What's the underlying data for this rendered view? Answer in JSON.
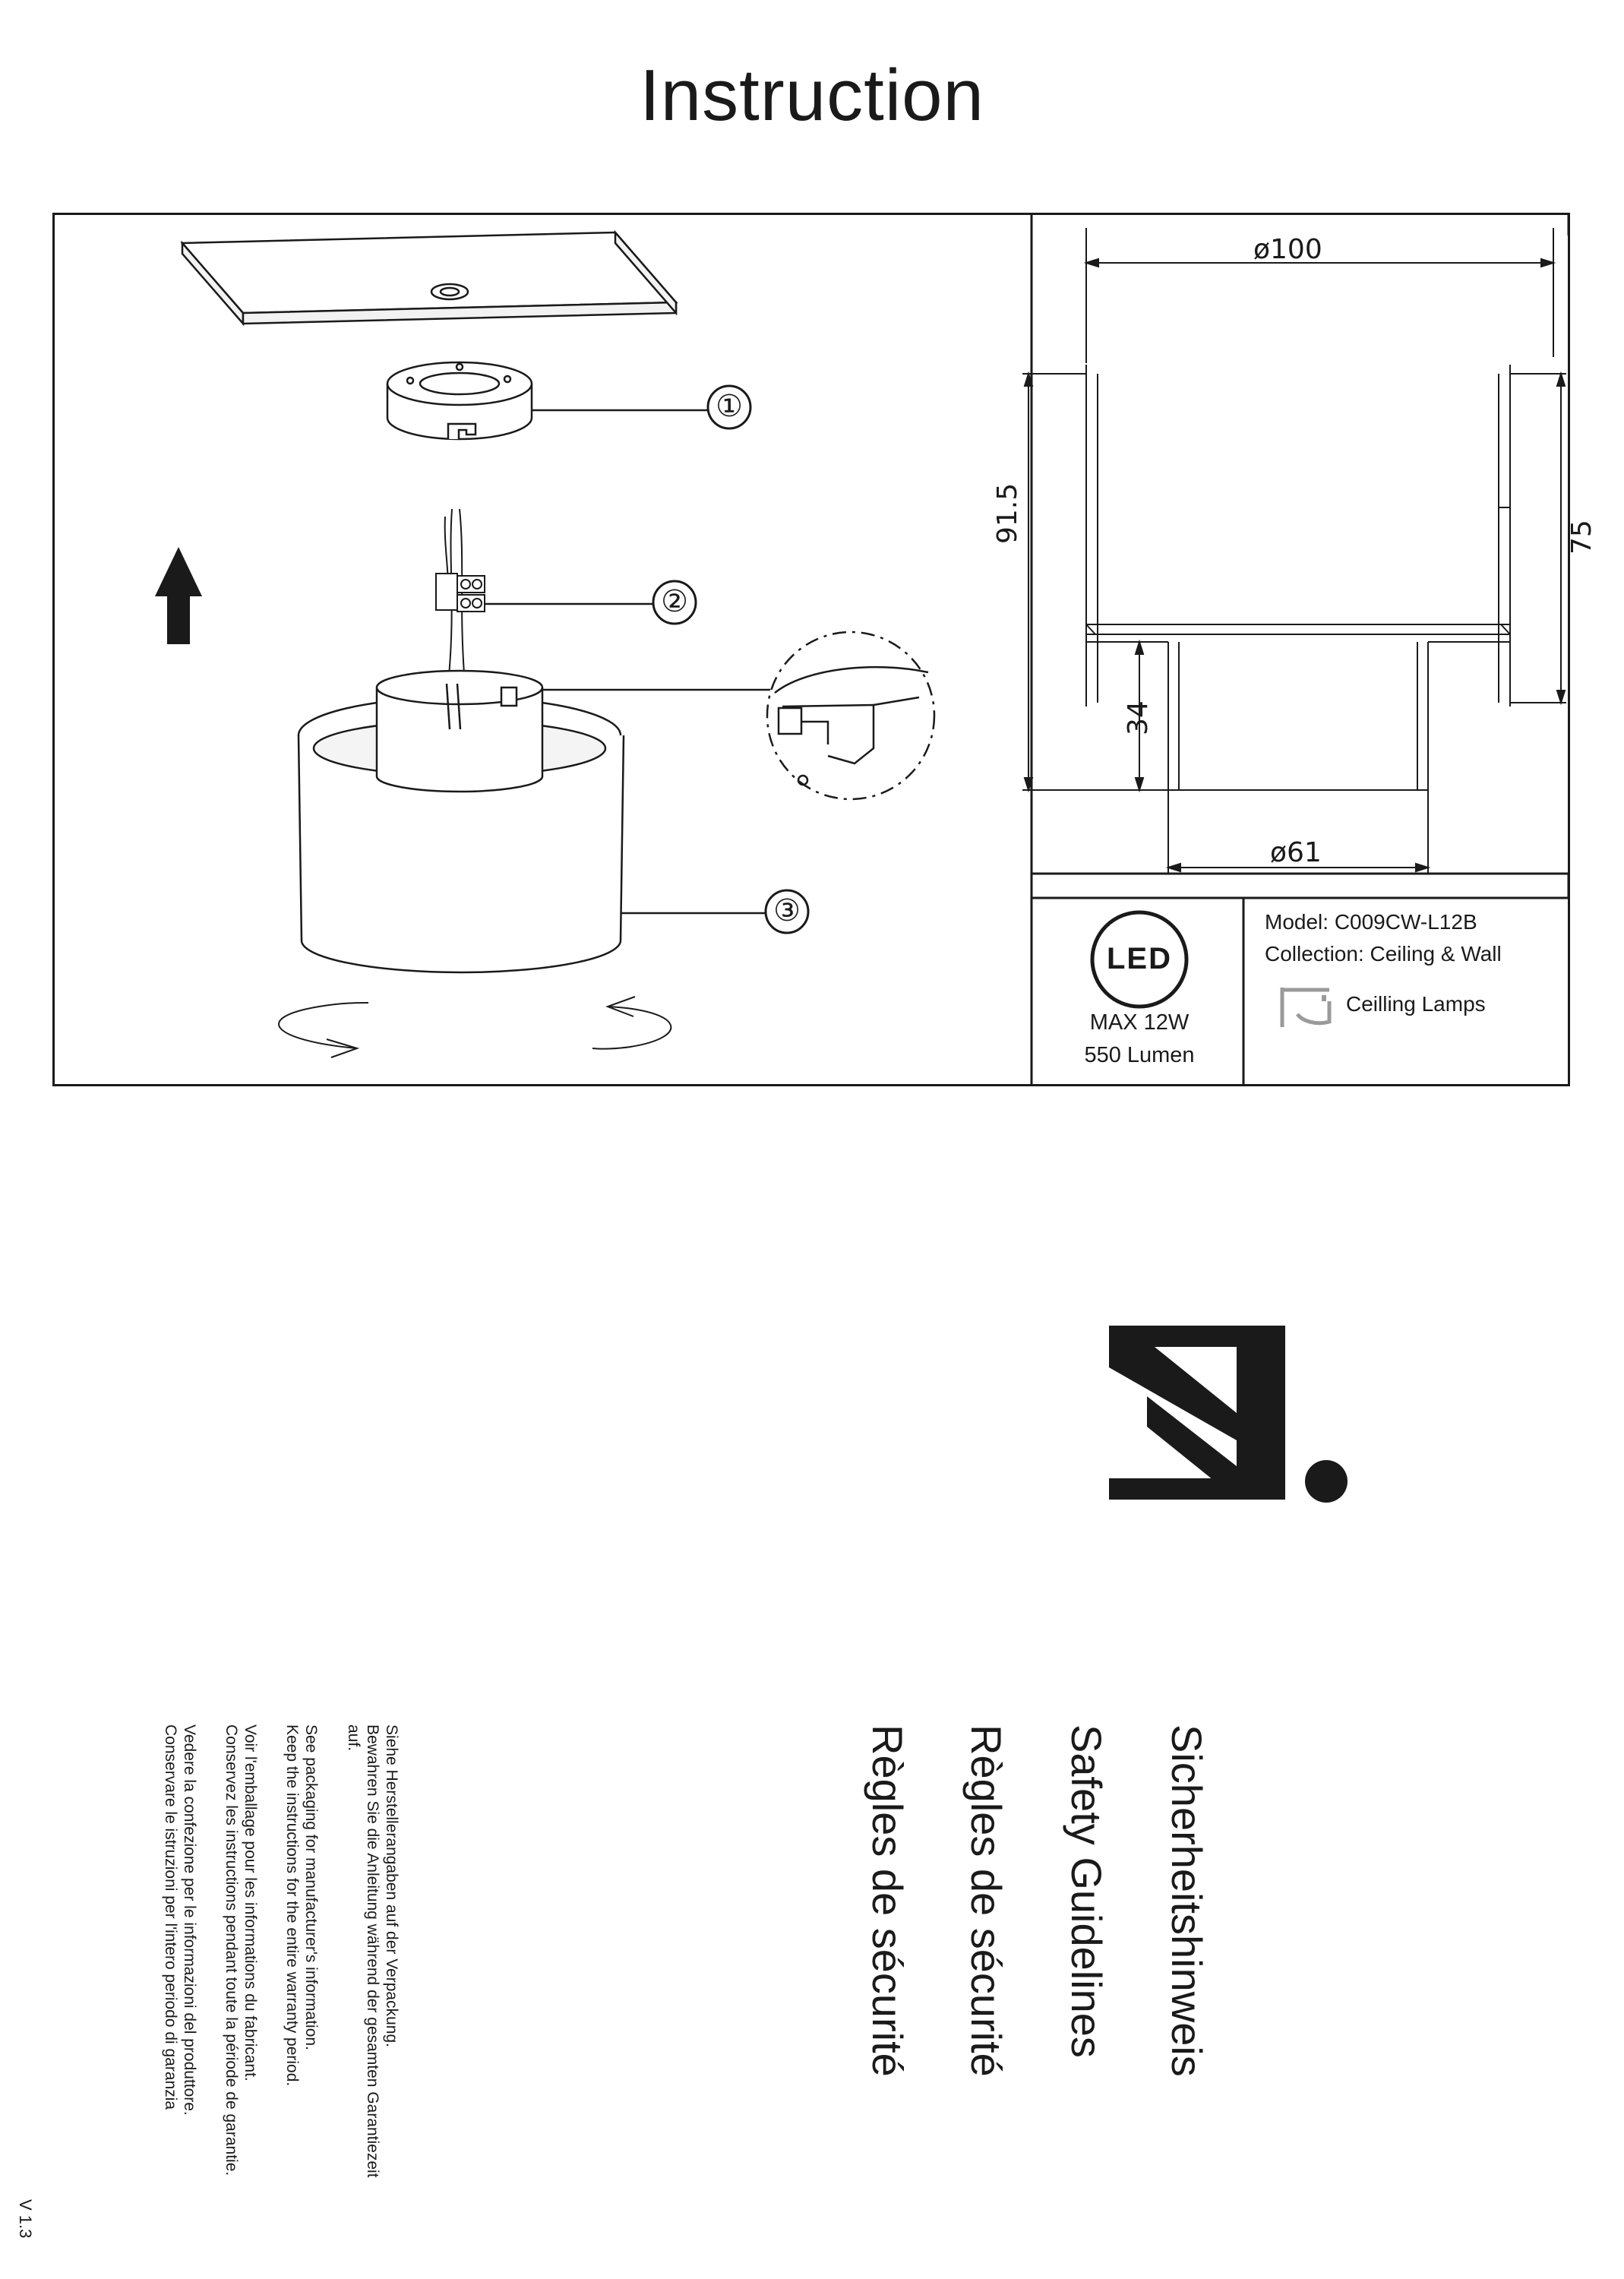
{
  "title": "Instruction",
  "callouts": [
    "①",
    "②",
    "③"
  ],
  "dimensions": {
    "top_diameter": "ø100",
    "bottom_diameter": "ø61",
    "total_height": "91.5",
    "body_height": "75",
    "base_height": "34"
  },
  "led": {
    "badge": "LED",
    "power": "MAX 12W",
    "lumen": "550 Lumen"
  },
  "product": {
    "model": "Model: C009CW-L12B",
    "collection": "Collection: Ceiling & Wall",
    "category": "Ceilling Lamps",
    "category_icon": "ceiling-lamp-icon"
  },
  "brand_logo": "brand-m-logo",
  "safety_headings": [
    "Sicherheitshinweis",
    "Safety Guidelines",
    "Règles de sécurité",
    "Règles de sécurité"
  ],
  "safety_notes": [
    {
      "line1": "Siehe Herstellerangaben auf der Verpackung.",
      "line2": "Bewahren Sie die Anleitung während der gesamten Garantiezeit",
      "line3": "auf."
    },
    {
      "line1": "See packaging for manufacturer's information.",
      "line2": "Keep the instructions for the entire warranty period."
    },
    {
      "line1": "Voir l'emballage pour les informations du fabricant.",
      "line2": "Conservez les instructions pendant toute la période de garantie."
    },
    {
      "line1": "Vedere la confezione per le informazioni del produttore.",
      "line2": "Conservare le istruzioni per l'intero periodo di garanzia"
    }
  ],
  "version": "V 1.3",
  "colors": {
    "ink": "#1a1a1a",
    "icon_gray": "#9a9a9a"
  }
}
